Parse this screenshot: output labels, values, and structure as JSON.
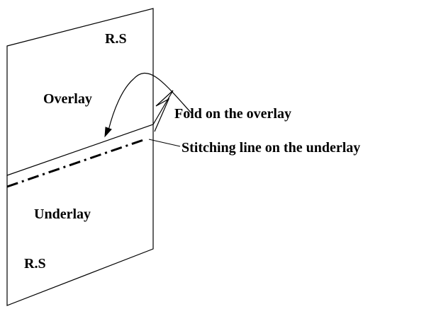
{
  "diagram": {
    "labels": {
      "rs_top": "R.S",
      "overlay": "Overlay",
      "fold_on_overlay": "Fold on the overlay",
      "stitching_line": "Stitching line on the underlay",
      "underlay": "Underlay",
      "rs_bottom": "R.S"
    },
    "colors": {
      "stroke": "#000000",
      "background": "#ffffff"
    }
  }
}
